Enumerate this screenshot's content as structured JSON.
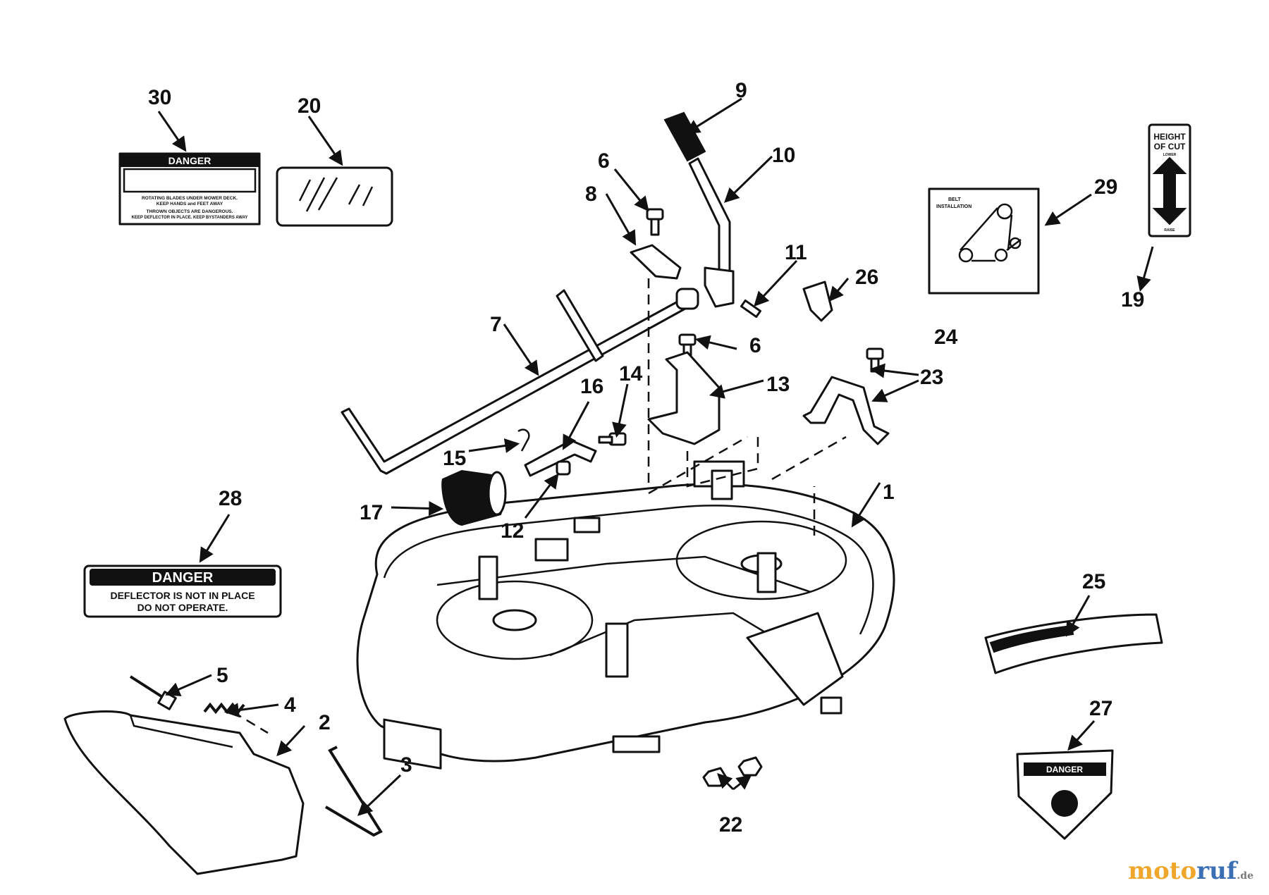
{
  "callouts": {
    "c1": "1",
    "c2": "2",
    "c3": "3",
    "c4": "4",
    "c5": "5",
    "c6a": "6",
    "c6b": "6",
    "c7": "7",
    "c8": "8",
    "c9": "9",
    "c10": "10",
    "c11": "11",
    "c12": "12",
    "c13": "13",
    "c14": "14",
    "c15": "15",
    "c16": "16",
    "c17": "17",
    "c19": "19",
    "c20": "20",
    "c22": "22",
    "c23": "23",
    "c24": "24",
    "c25": "25",
    "c26": "26",
    "c27": "27",
    "c28": "28",
    "c29": "29",
    "c30": "30"
  },
  "decals": {
    "d28": {
      "header": "DANGER",
      "line1": "DEFLECTOR IS NOT IN PLACE",
      "line2": "DO NOT OPERATE."
    },
    "d30": {
      "header": "DANGER",
      "line1": "ROTATING BLADES UNDER MOWER DECK.",
      "line2": "KEEP HANDS and FEET AWAY",
      "line3": "THROWN OBJECTS ARE DANGEROUS.",
      "line4": "KEEP DEFLECTOR IN PLACE. KEEP BYSTANDERS AWAY"
    },
    "d29": {
      "title1": "BELT",
      "title2": "INSTALLATION"
    },
    "d19": {
      "line1": "HEIGHT",
      "line2": "OF CUT",
      "top": "LOWER",
      "bottom": "RAISE"
    },
    "d27": {
      "header": "DANGER"
    }
  },
  "watermark": {
    "part1": "moto",
    "part2": "ruf",
    "part3": ".de"
  }
}
